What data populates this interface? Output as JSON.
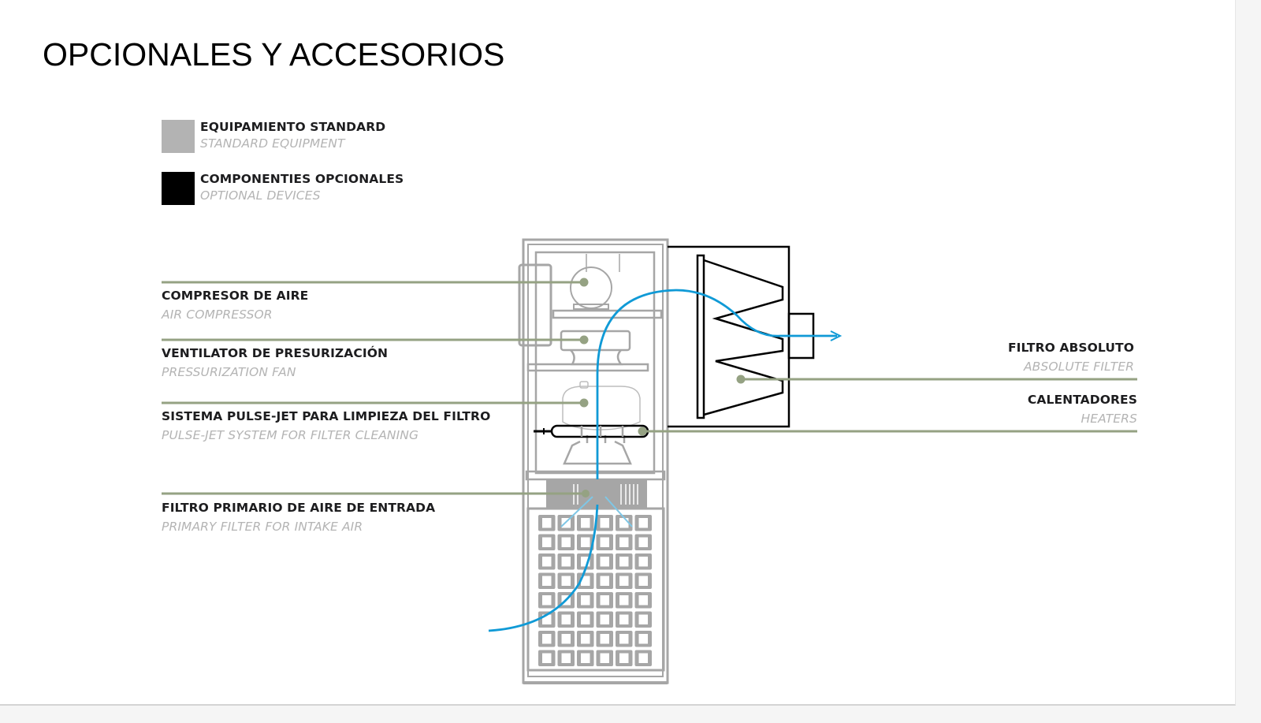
{
  "page": {
    "title": "OPCIONALES Y ACCESORIOS"
  },
  "legend": [
    {
      "label_es": "EQUIPAMIENTO STANDARD",
      "label_en": "STANDARD EQUIPMENT",
      "color": "#b3b3b3"
    },
    {
      "label_es": "COMPONENTIES OPCIONALES",
      "label_en": "OPTIONAL DEVICES",
      "color": "#000000"
    }
  ],
  "components": {
    "left": [
      {
        "label_es": "COMPRESOR DE AIRE",
        "label_en": "AIR COMPRESSOR"
      },
      {
        "label_es": "VENTILATOR DE PRESURIZACIÓN",
        "label_en": "PRESSURIZATION FAN"
      },
      {
        "label_es": "SISTEMA PULSE-JET PARA LIMPIEZA DEL FILTRO",
        "label_en": "PULSE-JET SYSTEM FOR FILTER CLEANING"
      },
      {
        "label_es": "FILTRO PRIMARIO DE AIRE DE ENTRADA",
        "label_en": "PRIMARY FILTER FOR INTAKE AIR"
      }
    ],
    "right": [
      {
        "label_es": "FILTRO ABSOLUTO",
        "label_en": "ABSOLUTE FILTER"
      },
      {
        "label_es": "CALENTADORES",
        "label_en": "HEATERS"
      }
    ]
  },
  "colors": {
    "leader_line": "#95a283",
    "airflow": "#109ad6",
    "standard_equipment": "#a6a6a6",
    "optional_device": "#000000",
    "title_text": "#000000",
    "label_text": "#1d1d1f",
    "translation_text": "#b4b4b4"
  }
}
